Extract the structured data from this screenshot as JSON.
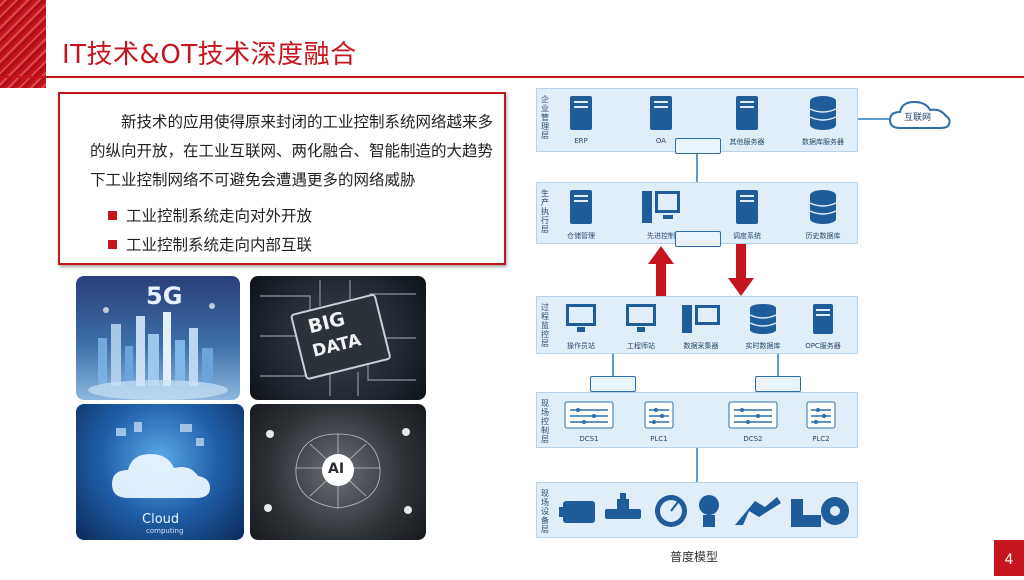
{
  "slide": {
    "title": "IT技术&OT技术深度融合",
    "paragraph": "新技术的应用使得原来封闭的工业控制系统网络越来多的纵向开放，在工业互联网、两化融合、智能制造的大趋势下工业控制网络不可避免会遭遇更多的网络威胁",
    "bullets": [
      "工业控制系统走向对外开放",
      "工业控制系统走向内部互联"
    ],
    "page_number": "4"
  },
  "images": {
    "fiveg_text": "5G",
    "bigdata_line1": "BIG",
    "bigdata_line2": "DATA",
    "cloud_text": "Cloud",
    "cloud_sub": "computing",
    "ai_text": "AI"
  },
  "diagram": {
    "caption": "普度模型",
    "internet_label": "互联网",
    "layers": [
      {
        "label": "企业管理层",
        "nodes": [
          "ERP",
          "OA",
          "其他服务器",
          "数据库服务器"
        ]
      },
      {
        "label": "生产执行层",
        "nodes": [
          "仓储管理",
          "先进控制",
          "调度系统",
          "历史数据库"
        ]
      },
      {
        "label": "过程监控层",
        "nodes": [
          "操作员站",
          "工程师站",
          "数据采集器",
          "实时数据库",
          "OPC服务器"
        ]
      },
      {
        "label": "现场控制层",
        "nodes": [
          "DCS1",
          "PLC1",
          "DCS2",
          "PLC2"
        ]
      },
      {
        "label": "现场设备层",
        "nodes": []
      }
    ]
  },
  "colors": {
    "accent": "#c4161c",
    "diagram_blue": "#2f6ea8"
  }
}
